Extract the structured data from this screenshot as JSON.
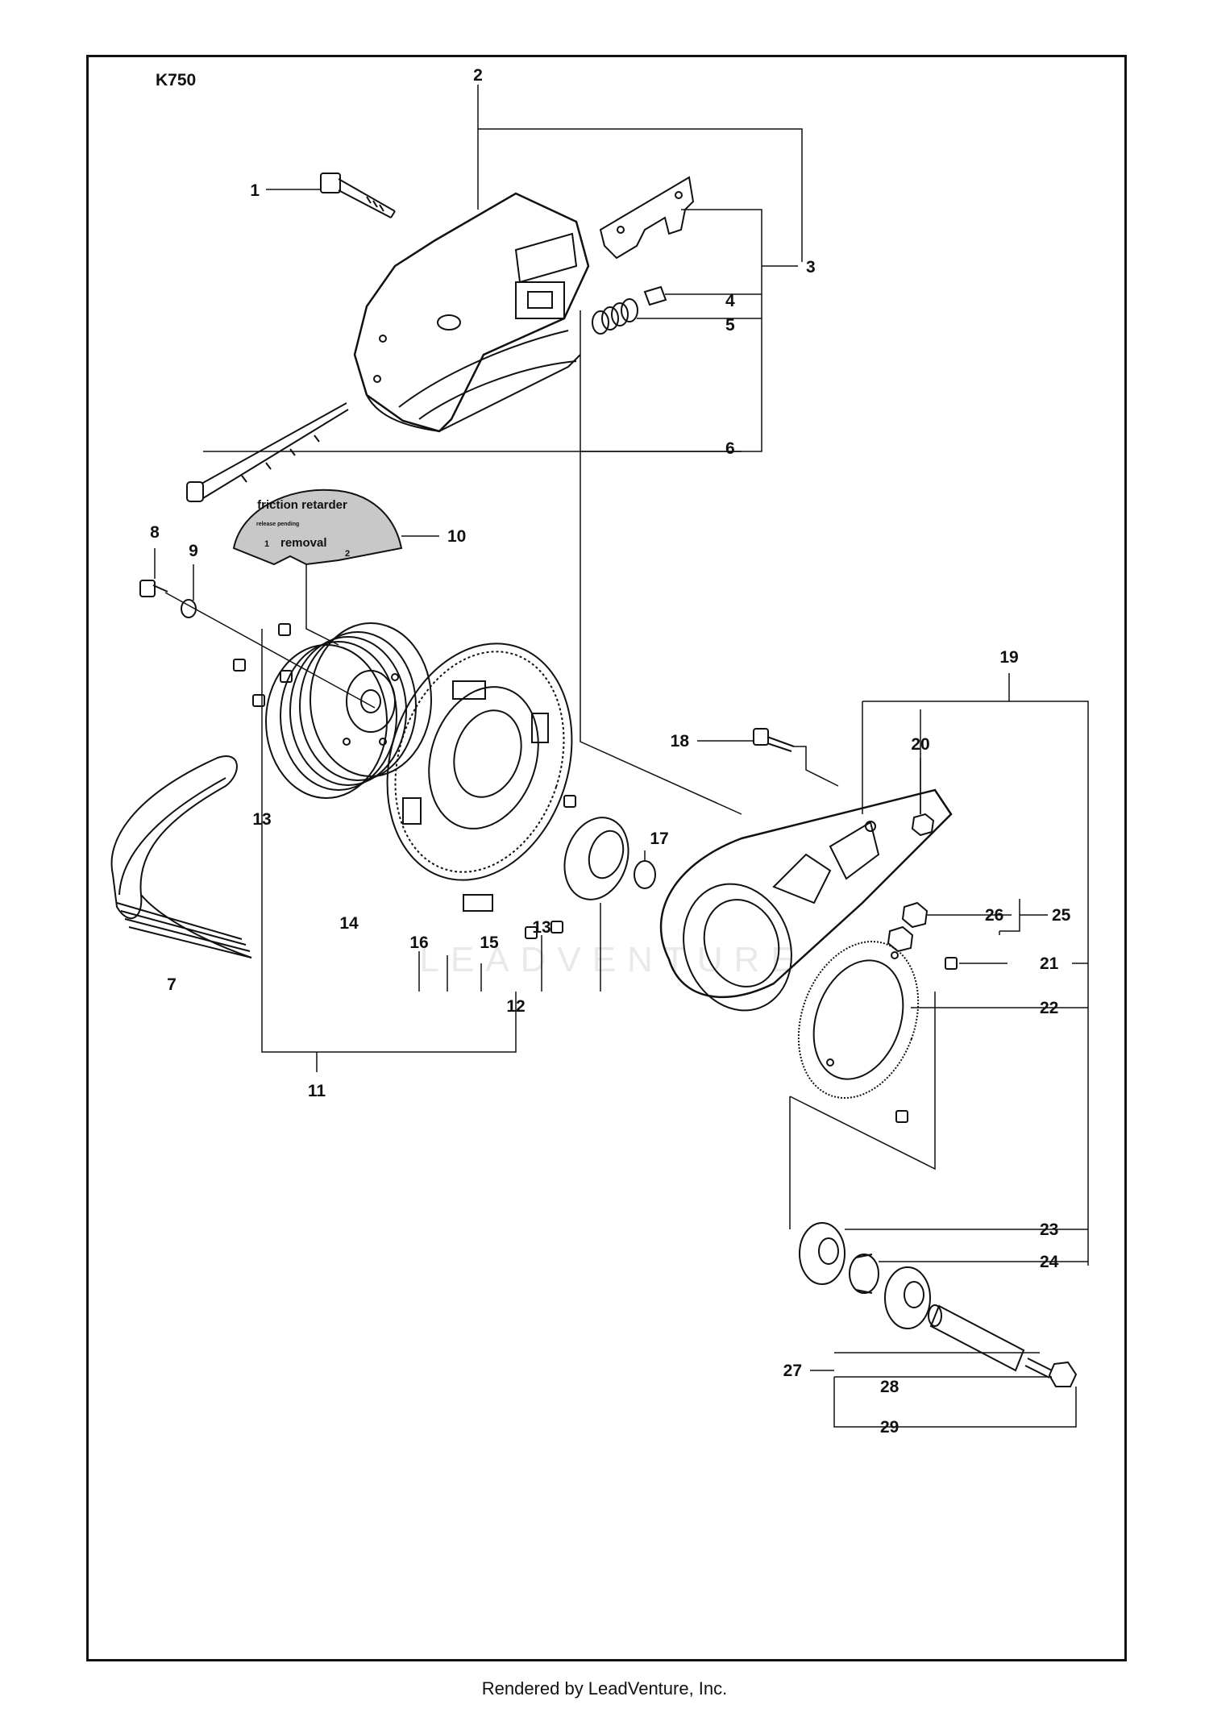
{
  "title": "K750",
  "decal": {
    "line1": "friction retarder",
    "line2": "removal",
    "small_text": "release pending",
    "step1": "1",
    "step2": "2"
  },
  "watermark": "LEADVENTURE",
  "footer": "Rendered by LeadVenture, Inc.",
  "callouts": [
    "1",
    "2",
    "3",
    "4",
    "5",
    "6",
    "7",
    "8",
    "9",
    "10",
    "11",
    "12",
    "13",
    "13",
    "14",
    "15",
    "16",
    "17",
    "18",
    "19",
    "20",
    "21",
    "22",
    "23",
    "24",
    "25",
    "26",
    "27",
    "28",
    "29"
  ],
  "colors": {
    "line": "#111111",
    "paper": "#ffffff",
    "decal_fill": "#c8c8c8",
    "watermark": "#e6e6e6"
  }
}
